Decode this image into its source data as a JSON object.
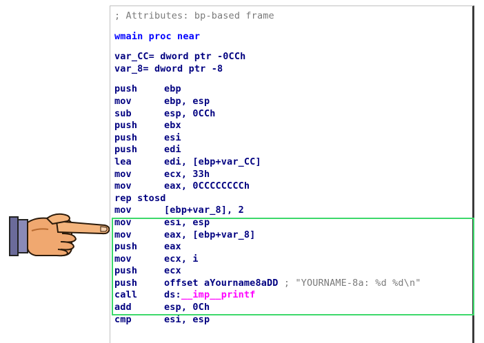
{
  "header_comment": "; Attributes: bp-based frame",
  "proc_decl": "wmain proc near",
  "vars": [
    "var_CC= dword ptr -0CCh",
    "var_8= dword ptr -8"
  ],
  "instructions": [
    {
      "op": "push",
      "arg": "ebp"
    },
    {
      "op": "mov",
      "arg": "ebp, esp"
    },
    {
      "op": "sub",
      "arg": "esp, 0CCh"
    },
    {
      "op": "push",
      "arg": "ebx"
    },
    {
      "op": "push",
      "arg": "esi"
    },
    {
      "op": "push",
      "arg": "edi"
    },
    {
      "op": "lea",
      "arg": "edi, [ebp+var_CC]"
    },
    {
      "op": "mov",
      "arg": "ecx, 33h"
    },
    {
      "op": "mov",
      "arg": "eax, 0CCCCCCCCh"
    },
    {
      "op": "rep stosd",
      "arg": ""
    },
    {
      "op": "mov",
      "arg": "[ebp+var_8], 2"
    },
    {
      "op": "mov",
      "arg": "esi, esp"
    },
    {
      "op": "mov",
      "arg": "eax, [ebp+var_8]"
    },
    {
      "op": "push",
      "arg": "eax"
    },
    {
      "op": "mov",
      "arg": "ecx, i"
    },
    {
      "op": "push",
      "arg": "ecx"
    },
    {
      "op": "push",
      "arg": "offset aYourname8aDD",
      "comment": "; \"YOURNAME-8a: %d %d\\n\""
    },
    {
      "op": "call",
      "arg_prefix": "ds:",
      "arg_func": "__imp__printf"
    },
    {
      "op": "add",
      "arg": "esp, 0Ch"
    },
    {
      "op": "cmp",
      "arg": "esi, esp"
    }
  ],
  "colors": {
    "code_text": "#000080",
    "proc_name": "#0000ff",
    "imported_func": "#ff00ff",
    "comment": "#7a7a7a",
    "highlight_border": "#3cd86a"
  },
  "icons": {
    "pointer": "pointing-hand-icon"
  }
}
